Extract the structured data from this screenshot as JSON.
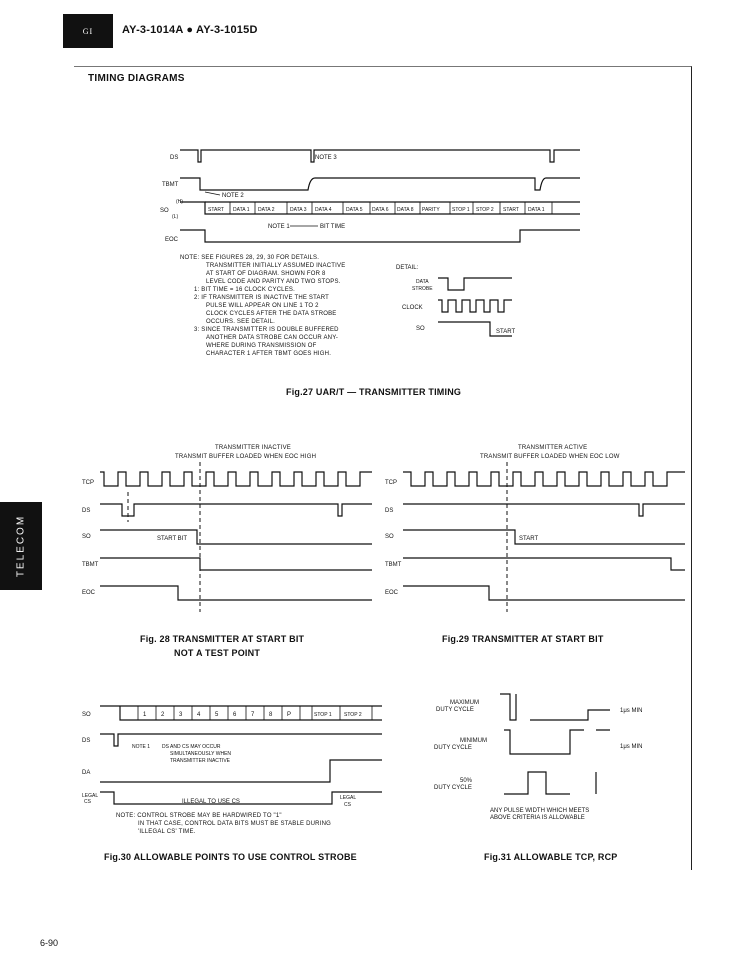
{
  "header": {
    "logo": "GI",
    "title": "AY-3-1014A ● AY-3-1015D"
  },
  "section_title": "TIMING DIAGRAMS",
  "side_tab": "TELECOM",
  "page_number": "6-90",
  "fig27": {
    "signals": [
      "DS",
      "TBMT",
      "SO",
      "(H)",
      "(L)",
      "EOC"
    ],
    "note3": "NOTE 3",
    "note2": "NOTE 2",
    "note1": "NOTE 1",
    "bit_time": "BIT TIME",
    "fields": [
      "START",
      "DATA 1",
      "DATA 2",
      "DATA 3",
      "DATA 4",
      "DATA 5",
      "DATA 6",
      "DATA 8",
      "PARITY",
      "STOP 1",
      "STOP 2",
      "START",
      "DATA 1"
    ],
    "notes": [
      "NOTE: SEE FIGURES 28, 29, 30 FOR DETAILS.",
      "TRANSMITTER INITIALLY ASSUMED INACTIVE",
      "AT START OF DIAGRAM. SHOWN FOR 8",
      "LEVEL CODE AND PARITY AND TWO STOPS.",
      "1: BIT TIME = 16 CLOCK CYCLES.",
      "2: IF TRANSMITTER IS INACTIVE THE START",
      "PULSE WILL APPEAR ON LINE 1 TO 2",
      "CLOCK CYCLES AFTER THE DATA STROBE",
      "OCCURS. SEE DETAIL.",
      "3: SINCE TRANSMITTER IS DOUBLE BUFFERED",
      "ANOTHER DATA STROBE CAN OCCUR ANY-",
      "WHERE DURING TRANSMISSION OF",
      "CHARACTER 1 AFTER TBMT GOES HIGH."
    ],
    "detail_label": "DETAIL:",
    "detail_data_strobe": "DATA",
    "detail_data_strobe2": "STROBE",
    "detail_clock": "CLOCK",
    "detail_so": "SO",
    "detail_start": "START",
    "caption": "Fig.27 UAR/T — TRANSMITTER TIMING"
  },
  "fig28": {
    "title1": "TRANSMITTER INACTIVE",
    "title2": "TRANSMIT BUFFER LOADED WHEN EOC HIGH",
    "signals": [
      "TCP",
      "DS",
      "SO",
      "TBMT",
      "EOC"
    ],
    "start_bit": "START BIT",
    "caption1": "Fig. 28 TRANSMITTER AT START BIT",
    "caption2": "NOT A TEST POINT"
  },
  "fig29": {
    "title1": "TRANSMITTER ACTIVE",
    "title2": "TRANSMIT BUFFER LOADED WHEN EOC LOW",
    "signals": [
      "TCP",
      "DS",
      "SO",
      "TBMT",
      "EOC"
    ],
    "start": "START",
    "caption": "Fig.29 TRANSMITTER AT START BIT"
  },
  "fig30": {
    "signals": [
      "SO",
      "DS",
      "DA",
      "LEGAL",
      "CS"
    ],
    "fields": [
      "1",
      "2",
      "3",
      "4",
      "5",
      "6",
      "7",
      "8",
      "P",
      "STOP 1",
      "STOP 2"
    ],
    "note1": "NOTE 1",
    "overlap1": "DS AND CS MAY OCCUR",
    "overlap2": "SIMULTANEOUSLY WHEN",
    "overlap3": "TRANSMITTER INACTIVE",
    "illegal": "ILLEGAL TO USE CS",
    "legal1": "LEGAL",
    "legal2": "CS",
    "note_lines": [
      "NOTE: CONTROL STROBE MAY BE HARDWIRED TO \"1\"",
      "IN THAT CASE, CONTROL DATA BITS MUST BE STABLE DURING",
      "'ILLEGAL CS' TIME."
    ],
    "caption": "Fig.30 ALLOWABLE POINTS TO USE CONTROL STROBE"
  },
  "fig31": {
    "labels": [
      "MAXIMUM",
      "DUTY CYCLE",
      "MINIMUM",
      "DUTY CYCLE",
      "50%",
      "DUTY CYCLE"
    ],
    "min1": "1μs MIN",
    "min2": "1μs MIN",
    "note1": "ANY PULSE WIDTH WHICH MEETS",
    "note2": "ABOVE CRITERIA IS ALLOWABLE",
    "caption": "Fig.31 ALLOWABLE TCP, RCP"
  }
}
